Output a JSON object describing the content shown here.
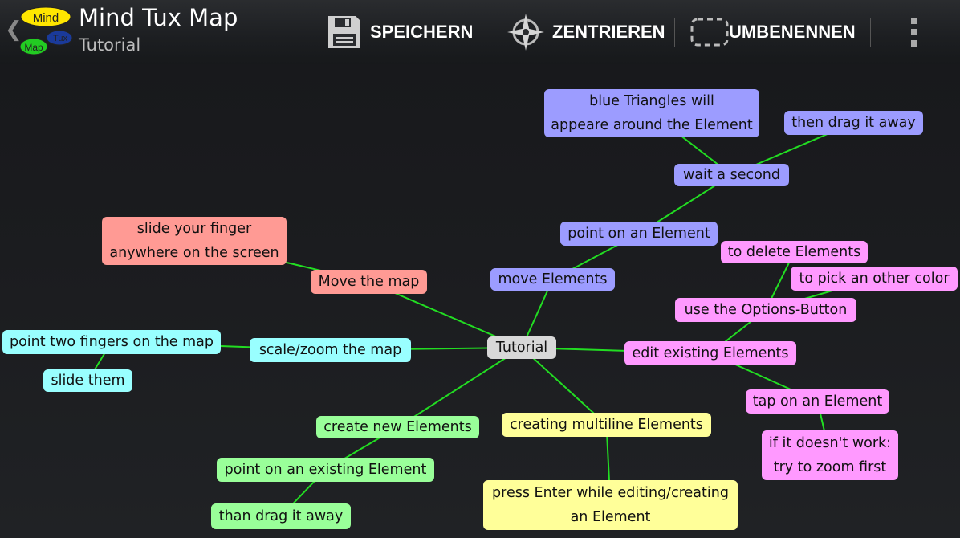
{
  "app": {
    "title": "Mind Tux Map",
    "subtitle": "Tutorial",
    "logo_words": [
      "Mind",
      "Map",
      "Tux"
    ]
  },
  "actions": {
    "save_label": "SPEICHERN",
    "center_label": "ZENTRIEREN",
    "rename_label": "UMBENENNEN"
  },
  "icons": {
    "back": "chevron-left-icon",
    "save": "floppy-disk-icon",
    "center": "compass-icon",
    "rename": "dashed-rectangle-icon",
    "overflow": "overflow-menu-icon"
  },
  "colors": {
    "edge": "#22dd22",
    "root": "#d8d8d8",
    "red": "#ff9a94",
    "blue": "#9c9cff",
    "pink": "#ff99ff",
    "cyan": "#99ffff",
    "green": "#99ff99",
    "yellow": "#ffff99"
  },
  "map": {
    "nodes": [
      {
        "id": "tutorial",
        "color": "root",
        "lines": [
          "Tutorial"
        ]
      },
      {
        "id": "move-map",
        "color": "red",
        "lines": [
          "Move the map"
        ]
      },
      {
        "id": "slide-finger",
        "color": "red",
        "lines": [
          "slide your finger",
          "anywhere on the screen"
        ]
      },
      {
        "id": "move-elements",
        "color": "blue",
        "lines": [
          "move Elements"
        ]
      },
      {
        "id": "point-element",
        "color": "blue",
        "lines": [
          "point on an Element"
        ]
      },
      {
        "id": "wait-second",
        "color": "blue",
        "lines": [
          "wait a second"
        ]
      },
      {
        "id": "blue-triangles",
        "color": "blue",
        "lines": [
          "blue Triangles will",
          "appeare around the Element"
        ]
      },
      {
        "id": "drag-away",
        "color": "blue",
        "lines": [
          "then drag it away"
        ]
      },
      {
        "id": "edit-existing",
        "color": "pink",
        "lines": [
          "edit existing Elements"
        ]
      },
      {
        "id": "options-button",
        "color": "pink",
        "lines": [
          "use the Options-Button"
        ]
      },
      {
        "id": "delete-elements",
        "color": "pink",
        "lines": [
          "to delete Elements"
        ]
      },
      {
        "id": "pick-color",
        "color": "pink",
        "lines": [
          "to pick an other color"
        ]
      },
      {
        "id": "tap-element",
        "color": "pink",
        "lines": [
          "tap on an Element"
        ]
      },
      {
        "id": "doesnt-work",
        "color": "pink",
        "lines": [
          "if it doesn't work:",
          "try to zoom first"
        ]
      },
      {
        "id": "scale-zoom",
        "color": "cyan",
        "lines": [
          "scale/zoom the map"
        ]
      },
      {
        "id": "two-fingers",
        "color": "cyan",
        "lines": [
          "point two fingers on the map"
        ]
      },
      {
        "id": "slide-them",
        "color": "cyan",
        "lines": [
          "slide them"
        ]
      },
      {
        "id": "create-new",
        "color": "green",
        "lines": [
          "create new Elements"
        ]
      },
      {
        "id": "point-existing",
        "color": "green",
        "lines": [
          "point on an existing Element"
        ]
      },
      {
        "id": "than-drag",
        "color": "green",
        "lines": [
          "than drag it away"
        ]
      },
      {
        "id": "multiline",
        "color": "yellow",
        "lines": [
          "creating multiline Elements"
        ]
      },
      {
        "id": "press-enter",
        "color": "yellow",
        "lines": [
          "press Enter while editing/creating",
          "an Element"
        ]
      }
    ],
    "edges": [
      [
        "tutorial",
        "move-map"
      ],
      [
        "move-map",
        "slide-finger"
      ],
      [
        "tutorial",
        "move-elements"
      ],
      [
        "move-elements",
        "point-element"
      ],
      [
        "point-element",
        "wait-second"
      ],
      [
        "wait-second",
        "blue-triangles"
      ],
      [
        "wait-second",
        "drag-away"
      ],
      [
        "tutorial",
        "edit-existing"
      ],
      [
        "edit-existing",
        "options-button"
      ],
      [
        "options-button",
        "delete-elements"
      ],
      [
        "options-button",
        "pick-color"
      ],
      [
        "edit-existing",
        "tap-element"
      ],
      [
        "tap-element",
        "doesnt-work"
      ],
      [
        "tutorial",
        "scale-zoom"
      ],
      [
        "scale-zoom",
        "two-fingers"
      ],
      [
        "two-fingers",
        "slide-them"
      ],
      [
        "tutorial",
        "create-new"
      ],
      [
        "create-new",
        "point-existing"
      ],
      [
        "point-existing",
        "than-drag"
      ],
      [
        "tutorial",
        "multiline"
      ],
      [
        "multiline",
        "press-enter"
      ]
    ]
  }
}
